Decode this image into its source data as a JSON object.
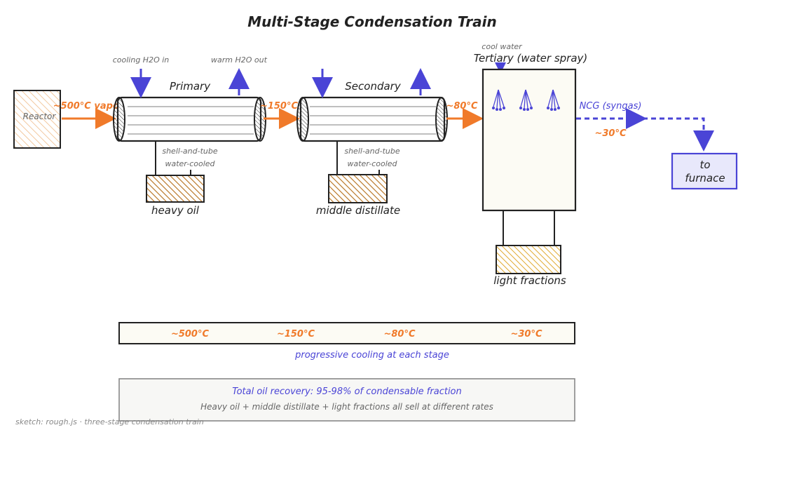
{
  "title": "Multi-Stage Condensation Train",
  "colors": {
    "ink": "#222222",
    "accent_orange": "#f07a2a",
    "accent_blue": "#4a44d6",
    "hatch_brown": "#b5701c",
    "hatch_gold": "#e0a82c",
    "hatch_peach": "#f2c9a0",
    "panel_bg": "#fcfbf4",
    "furnace_bg": "#e8e8fb"
  },
  "reactor": {
    "label": "Reactor"
  },
  "streams": {
    "vapor_in": "~500°C vapor",
    "after_primary": "~150°C",
    "after_secondary": "~80°C",
    "ncg": "NCG (syngas)",
    "ncg_temp": "~30°C"
  },
  "primary": {
    "label": "Primary",
    "cooling_in": "cooling H2O in",
    "warm_out": "warm H2O out",
    "note_line1": "shell-and-tube",
    "note_line2": "water-cooled",
    "product": "heavy oil"
  },
  "secondary": {
    "label": "Secondary",
    "note_line1": "shell-and-tube",
    "note_line2": "water-cooled",
    "product": "middle distillate"
  },
  "tertiary": {
    "label": "Tertiary (water spray)",
    "cool_water": "cool water",
    "product": "light fractions"
  },
  "furnace": {
    "line1": "to",
    "line2": "furnace"
  },
  "gradient": {
    "temps": [
      "~500°C",
      "~150°C",
      "~80°C",
      "~30°C"
    ],
    "caption": "progressive cooling at each stage"
  },
  "summary": {
    "headline": "Total oil recovery: 95-98% of condensable fraction",
    "detail": "Heavy oil + middle distillate + light fractions all sell at different rates"
  },
  "footer": "sketch: rough.js · three-stage condensation train"
}
